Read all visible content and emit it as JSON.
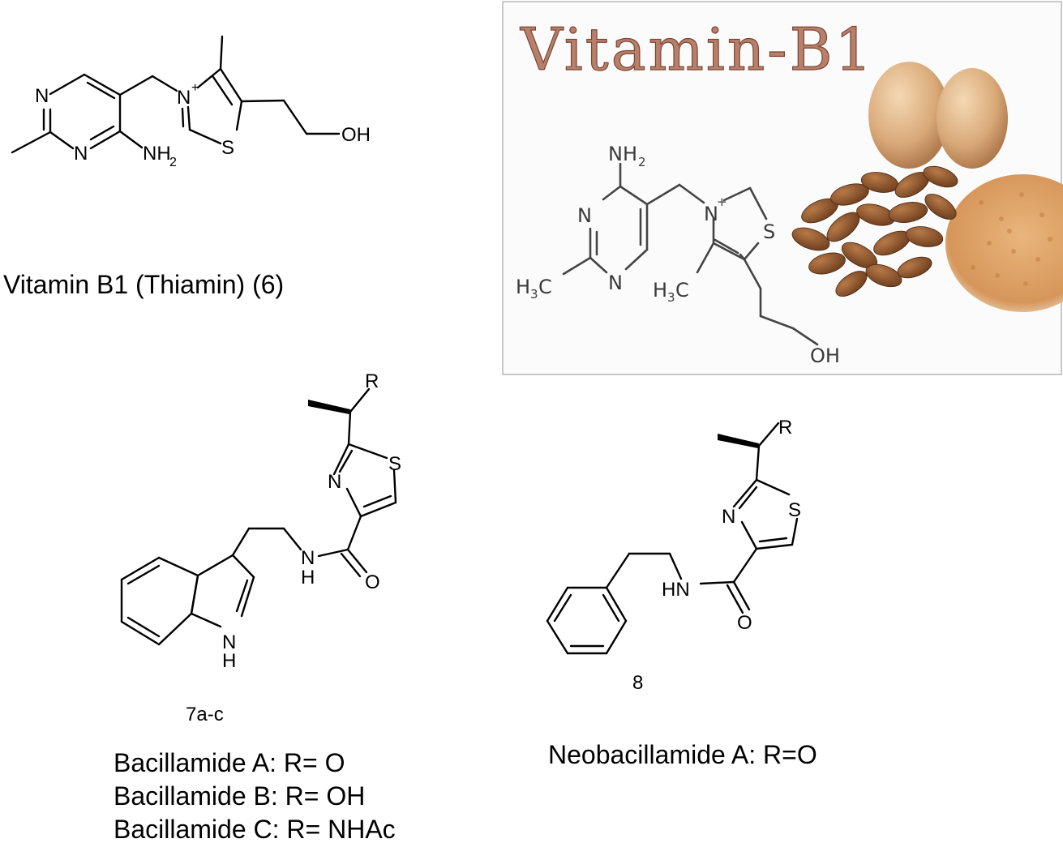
{
  "thiamin": {
    "caption": "Vitamin B1 (Thiamin) (6)",
    "atoms": {
      "n1": "N",
      "n2": "N",
      "nh2": "NH",
      "nh2_sub": "2",
      "n_plus": "N",
      "plus": "+",
      "s": "S",
      "oh": "OH"
    }
  },
  "image_panel": {
    "title": "Vitamin-B1",
    "atoms": {
      "nh2": "NH",
      "nh2_sub": "2",
      "n1": "N",
      "n2": "N",
      "h3c_a": "H",
      "h3c_a_sub": "3",
      "h3c_a_c": "C",
      "n_plus": "N",
      "plus": "+",
      "s": "S",
      "h3c_b": "H",
      "h3c_b_sub": "3",
      "h3c_b_c": "C",
      "oh": "OH"
    },
    "food_items": [
      "egg",
      "egg",
      "almonds",
      "grain"
    ]
  },
  "bacillamide": {
    "number": "7a-c",
    "atoms": {
      "r": "R",
      "n": "N",
      "s": "S",
      "nh_n": "N",
      "nh_h": "H",
      "o": "O",
      "indole_n": "N",
      "indole_h": "H"
    },
    "captions": [
      "Bacillamide A: R= O",
      "Bacillamide B: R= OH",
      "Bacillamide C: R= NHAc"
    ]
  },
  "neobacillamide": {
    "number": "8",
    "atoms": {
      "r": "R",
      "n": "N",
      "s": "S",
      "hn": "HN",
      "o": "O"
    },
    "caption": "Neobacillamide A: R=O"
  }
}
